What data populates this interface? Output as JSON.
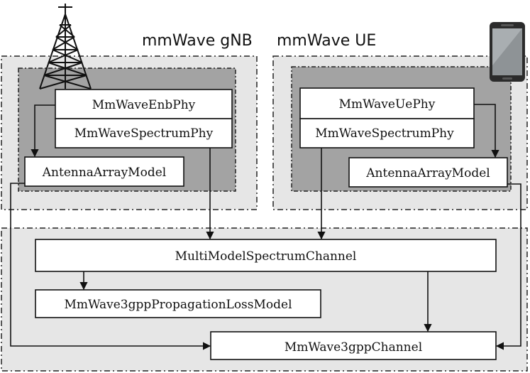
{
  "sections": {
    "gnb_title": "mmWave gNB",
    "ue_title": "mmWave UE"
  },
  "blocks": {
    "enb_phy": "MmWaveEnbPhy",
    "enb_spectrum_phy": "MmWaveSpectrumPhy",
    "enb_antenna": "AntennaArrayModel",
    "ue_phy": "MmWaveUePhy",
    "ue_spectrum_phy": "MmWaveSpectrumPhy",
    "ue_antenna": "AntennaArrayModel",
    "spectrum_channel": "MultiModelSpectrumChannel",
    "propagation_loss": "MmWave3gppPropagationLossModel",
    "channel": "MmWave3gppChannel"
  },
  "icons": {
    "base_station": "antenna-tower-icon",
    "user_equipment": "smartphone-icon"
  },
  "colors": {
    "outer_panel": "#e6e6e6",
    "inner_panel": "#a3a3a3",
    "box_fill": "#ffffff",
    "line": "#111111"
  }
}
